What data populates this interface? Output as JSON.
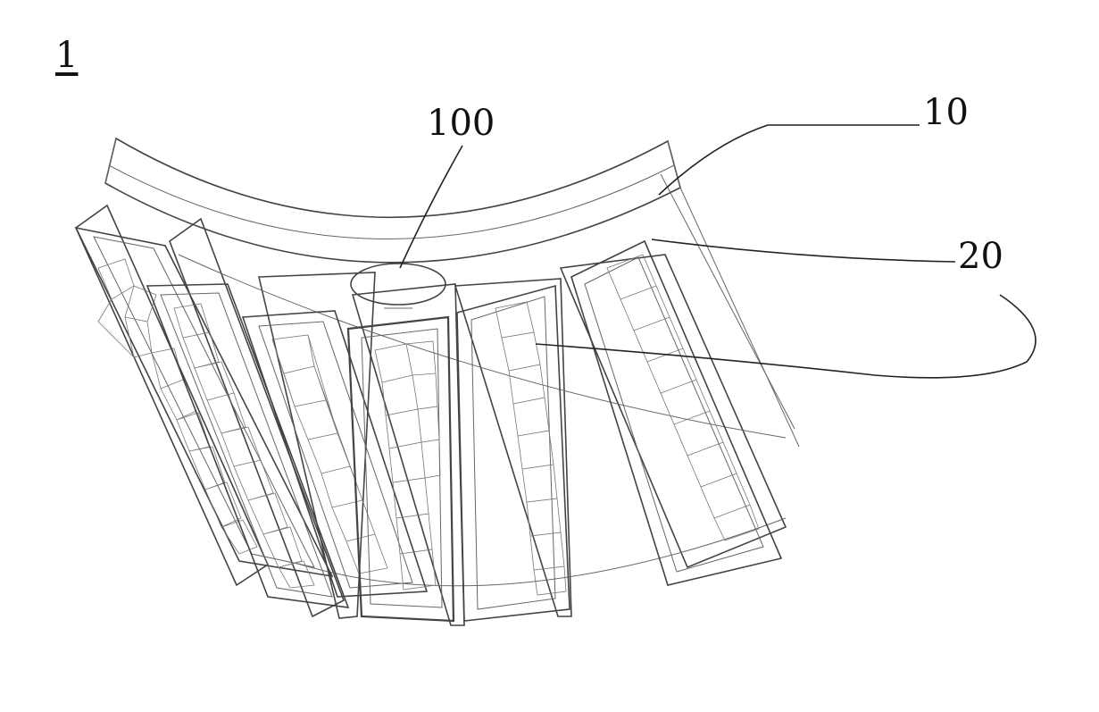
{
  "figure": {
    "labels": {
      "assembly": "1",
      "region": "100",
      "film": "10",
      "cells": "20"
    }
  }
}
